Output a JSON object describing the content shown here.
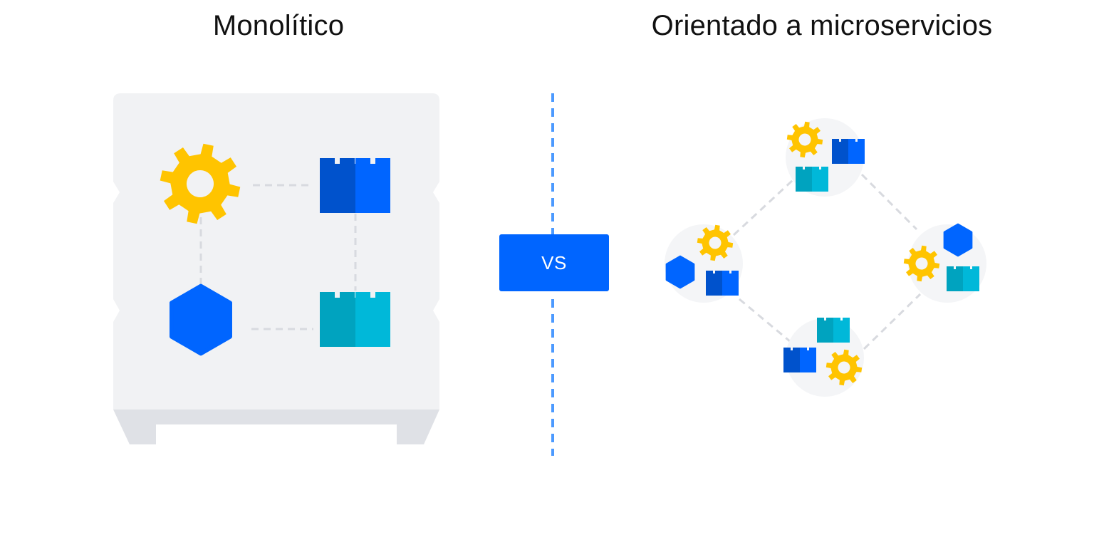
{
  "titles": {
    "left": "Monolítico",
    "right": "Orientado a microservicios"
  },
  "divider": {
    "label": "VS"
  },
  "colors": {
    "gear": "#FFC400",
    "blue_block_dark": "#0052CC",
    "blue_block_light": "#0065FF",
    "teal_block_dark": "#00A3BF",
    "teal_block_light": "#00B8D9",
    "hexagon": "#0065FF",
    "monolith_panel": "#F1F2F4",
    "monolith_base": "#DFE1E6",
    "divider_line": "#4C9AFF",
    "vs_box": "#0065FF",
    "connector": "#D8DADF",
    "service_bubble": "#F4F5F7"
  },
  "icons": {
    "gear": "gear-icon",
    "block": "lego-block-icon",
    "hexagon": "hexagon-icon"
  }
}
